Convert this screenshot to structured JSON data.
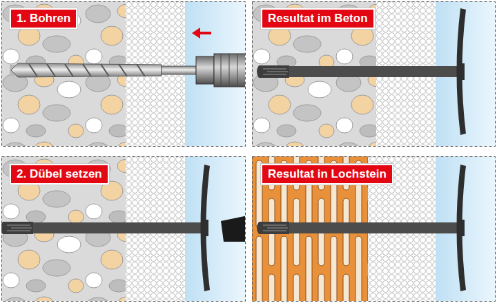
{
  "diagram": {
    "nodes": [
      {
        "text": [
          "1. Bohren"
        ]
      },
      {
        "text": [
          "Resultat im Beton"
        ]
      },
      {
        "text": [
          "2. Dübel setzen"
        ]
      },
      {
        "text": [
          "Resultat in Lochstein"
        ]
      }
    ]
  }
}
